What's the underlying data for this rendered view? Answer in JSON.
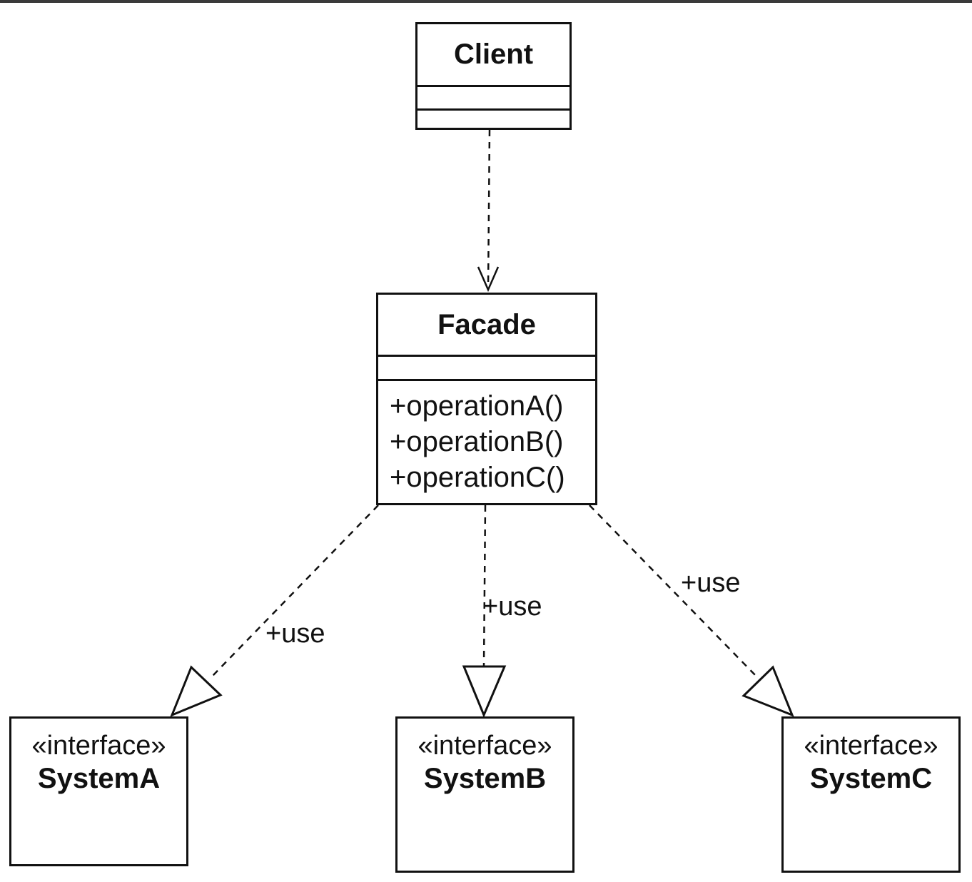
{
  "client": {
    "name": "Client"
  },
  "facade": {
    "name": "Facade",
    "operations": [
      "+operationA()",
      "+operationB()",
      "+operationC()"
    ]
  },
  "interfaces": [
    {
      "stereotype": "«interface»",
      "name": "SystemA"
    },
    {
      "stereotype": "«interface»",
      "name": "SystemB"
    },
    {
      "stereotype": "«interface»",
      "name": "SystemC"
    }
  ],
  "edges": {
    "client_to_facade": {
      "kind": "dependency"
    },
    "facade_to_systemA": {
      "kind": "realization",
      "label": "+use"
    },
    "facade_to_systemB": {
      "kind": "realization",
      "label": "+use"
    },
    "facade_to_systemC": {
      "kind": "realization",
      "label": "+use"
    }
  }
}
